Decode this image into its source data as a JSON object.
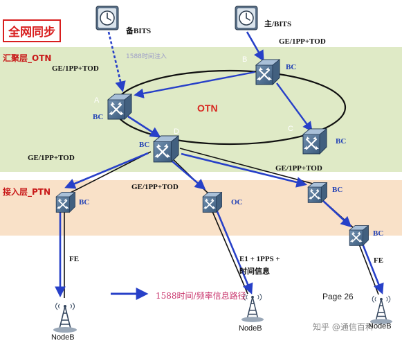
{
  "title": "全网同步",
  "layers": {
    "otn": "汇聚层_OTN",
    "ptn": "接入层_PTN"
  },
  "ring_label": "OTN",
  "clocks": {
    "backup": "备BITS",
    "primary": "主/BITS"
  },
  "node_letters": {
    "a": "A",
    "b": "B",
    "c": "C",
    "d": "D"
  },
  "bc": "BC",
  "oc": "OC",
  "links": {
    "primary_in": "GE/1PP+TOD",
    "a_in": "GE/1PP+TOD",
    "d_left": "GE/1PP+TOD",
    "d_mid": "GE/1PP+TOD",
    "d_right": "GE/1PP+TOD",
    "fe_left": "FE",
    "fe_right": "FE",
    "e1_line1": "E1 + 1PPS +",
    "e1_line2": "时间信息"
  },
  "faint_note": "1588时间注入",
  "legend": "1588时间/频率信息路径",
  "page": "Page 26",
  "nodeb": [
    "NodeB",
    "NodeB",
    "NodeB"
  ],
  "watermark": "知乎 @通信百科",
  "colors": {
    "path": "#2740c8",
    "title": "#d81e1e",
    "otn_band": "#dfeac6",
    "ptn_band": "#f9e1c8"
  }
}
